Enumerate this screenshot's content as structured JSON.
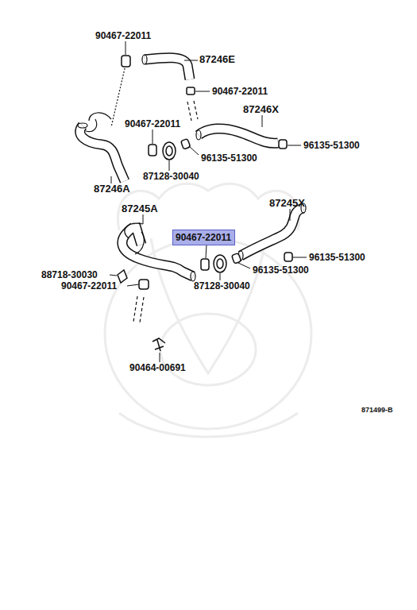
{
  "diagram": {
    "nodes": [
      {
        "text": [
          "90467-22011"
        ]
      }
    ],
    "edges": [],
    "labels": [
      "90467-22011",
      "87246E",
      "90467-22011",
      "87246X",
      "90467-22011",
      "96135-51300",
      "96135-51300",
      "87128-30040",
      "87246A",
      "87245A",
      "87245X",
      "96135-51300",
      "88718-30030",
      "96135-51300",
      "90467-22011",
      "87128-30040",
      "90464-00691",
      "871499-B"
    ]
  }
}
